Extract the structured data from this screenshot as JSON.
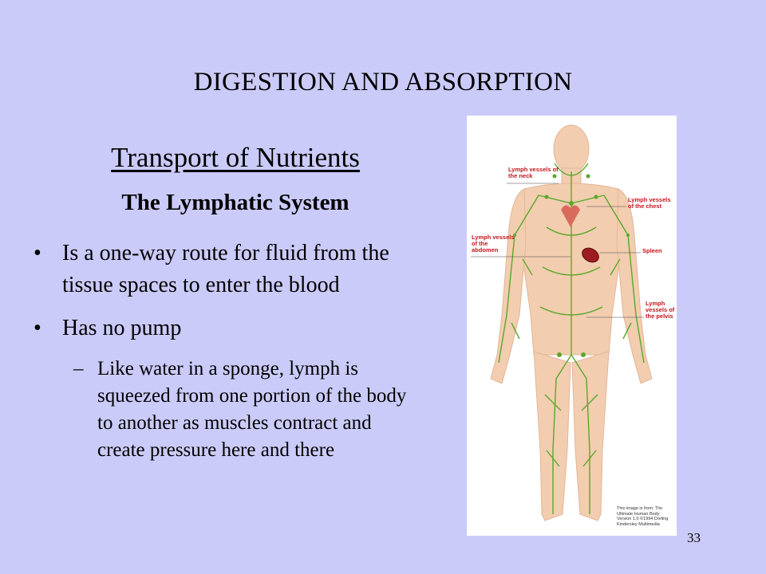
{
  "slide": {
    "title": "DIGESTION AND ABSORPTION",
    "subtitle": "Transport of Nutrients",
    "section_heading": "The Lymphatic System",
    "bullets": [
      "Is a one-way route for fluid from the tissue spaces to enter the blood",
      "Has no pump"
    ],
    "sub_bullets": [
      "Like water in a sponge, lymph is squeezed from one portion of the body to another as muscles contract and create pressure here and there"
    ],
    "sub_bullet_marker": "–",
    "slide_number": "33"
  },
  "figure": {
    "labels": {
      "neck": "Lymph vessels of the neck",
      "chest": "Lymph vessels of the chest",
      "abdomen": "Lymph vessels of the abdomen",
      "spleen": "Spleen",
      "pelvis": "Lymph vessels of the pelvis"
    },
    "credit": "This image is from: The Ultimate Human Body Version 1.0 ©1994 Dorling Kindersley Multimedia"
  },
  "colors": {
    "background": "#cbcbfa",
    "label_red": "#c4141c",
    "vessel_green": "#5aa82a",
    "skin": "#f2cdb0"
  }
}
